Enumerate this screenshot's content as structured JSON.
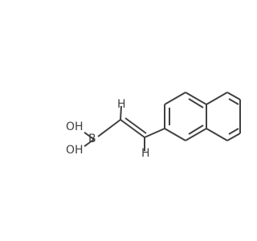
{
  "labels": {
    "hydroxyl_top": "OH",
    "hydroxyl_bottom": "OH",
    "boron": "B",
    "vinyl_h_top": "H",
    "vinyl_h_bottom": "H"
  },
  "colors": {
    "bond": "#404040",
    "label": "#404040",
    "background": "#ffffff"
  }
}
